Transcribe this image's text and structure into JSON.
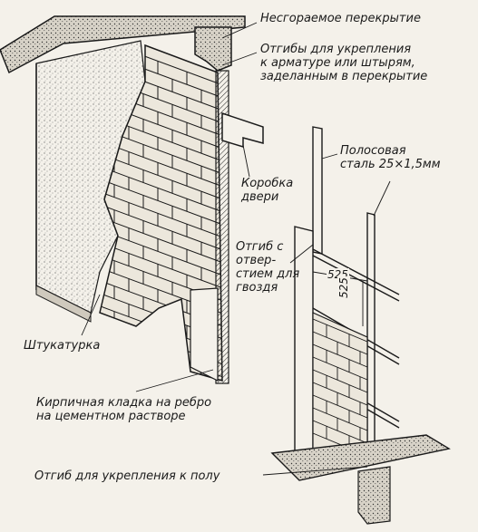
{
  "labels": {
    "noncombustible_slab": "Несгораемое перекрытие",
    "bends_line1": "Отгибы для укрепления",
    "bends_line2": "к арматуре или штырям,",
    "bends_line3": "заделанным в перекрытие",
    "strip_steel_line1": "Полосовая",
    "strip_steel_line2": "сталь 25×1,5мм",
    "door_frame_line1": "Коробка",
    "door_frame_line2": "двери",
    "bend_hole_line1": "Отгиб с",
    "bend_hole_line2": "отвер-",
    "bend_hole_line3": "стием для",
    "bend_hole_line4": "гвоздя",
    "plaster": "Штукатурка",
    "brickwork_line1": "Кирпичная кладка на ребро",
    "brickwork_line2": "на цементном растворе",
    "floor_bend": "Отгиб для укрепления к полу"
  },
  "dimensions": {
    "horizontal": "525",
    "vertical": "525"
  },
  "colors": {
    "paper": "#f4f1ea",
    "ink": "#1a1a1a"
  }
}
